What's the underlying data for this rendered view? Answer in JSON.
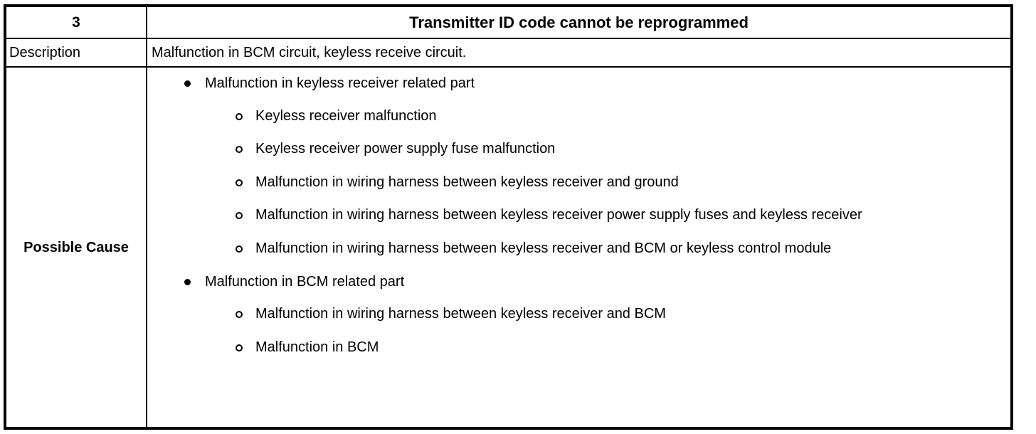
{
  "table": {
    "header": {
      "id_label": "3",
      "title": "Transmitter ID code cannot be reprogrammed"
    },
    "description": {
      "label": "Description",
      "text": "Malfunction in BCM circuit, keyless receive circuit."
    },
    "possible_cause": {
      "label": "Possible Cause",
      "items": [
        {
          "level": 1,
          "marker": "filled-bullet",
          "text": "Malfunction in keyless receiver related part"
        },
        {
          "level": 2,
          "marker": "hollow-circle",
          "text": "Keyless receiver malfunction"
        },
        {
          "level": 2,
          "marker": "hollow-circle",
          "text": "Keyless receiver power supply fuse malfunction"
        },
        {
          "level": 2,
          "marker": "hollow-circle",
          "text": "Malfunction in wiring harness between keyless receiver and ground"
        },
        {
          "level": 2,
          "marker": "hollow-circle",
          "text": "Malfunction in wiring harness between keyless receiver power supply fuses and keyless receiver"
        },
        {
          "level": 2,
          "marker": "hollow-circle",
          "text": "Malfunction in wiring harness between keyless receiver and BCM or keyless control module"
        },
        {
          "level": 1,
          "marker": "filled-bullet",
          "text": "Malfunction in BCM related part"
        },
        {
          "level": 2,
          "marker": "hollow-circle",
          "text": "Malfunction in wiring harness between keyless receiver and BCM"
        },
        {
          "level": 2,
          "marker": "hollow-circle",
          "text": "Malfunction in BCM"
        }
      ]
    }
  },
  "colors": {
    "border": "#000000",
    "text": "#000000",
    "background": "#ffffff"
  }
}
